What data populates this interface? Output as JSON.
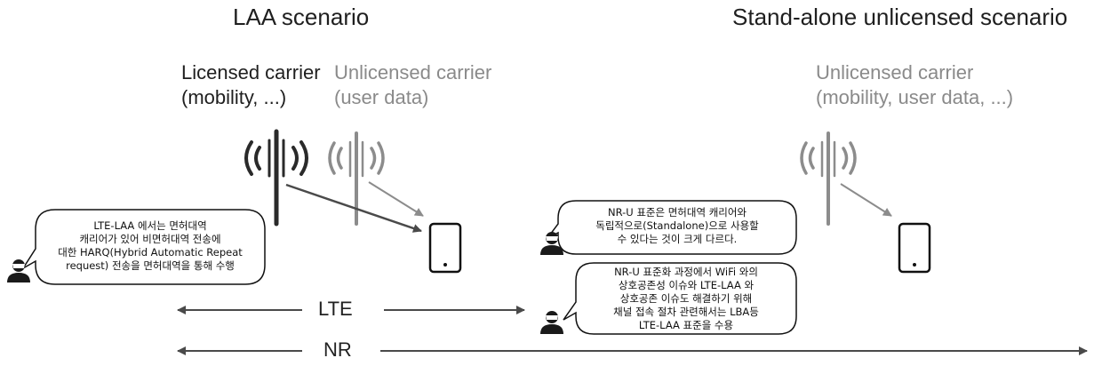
{
  "left_scenario": {
    "title": "LAA scenario",
    "licensed_line1": "Licensed carrier",
    "licensed_line2": "(mobility, ...)",
    "unlicensed_line1": "Unlicensed carrier",
    "unlicensed_line2": "(user data)"
  },
  "right_scenario": {
    "title": "Stand-alone unlicensed scenario",
    "unlicensed_line1": "Unlicensed carrier",
    "unlicensed_line2": "(mobility, user data, ...)"
  },
  "bands": {
    "lte": "LTE",
    "nr": "NR"
  },
  "callouts": {
    "laa_note": "LTE-LAA 에서는 면허대역\n캐리어가 있어 비면허대역 전송에\n대한 HARQ(Hybrid Automatic Repeat\nrequest) 전송을 면허대역을 통해 수행",
    "nru_note": "NR-U 표준은 면허대역 캐리어와\n독립적으로(Standalone)으로 사용할\n수 있다는 것이 크게 다르다.",
    "coexist_note": "NR-U 표준화 과정에서 WiFi 와의\n상호공존성 이슈와 LTE-LAA 와\n상호공존 이슈도 해결하기 위해\n채널 접속 절차 관련해서는 LBA등\nLTE-LAA 표준을 수용"
  },
  "colors": {
    "licensed": "#2a2a2a",
    "unlicensed": "#8c8c8c",
    "text_dark": "#1f1f1f",
    "text_gray": "#8a8a8a"
  }
}
